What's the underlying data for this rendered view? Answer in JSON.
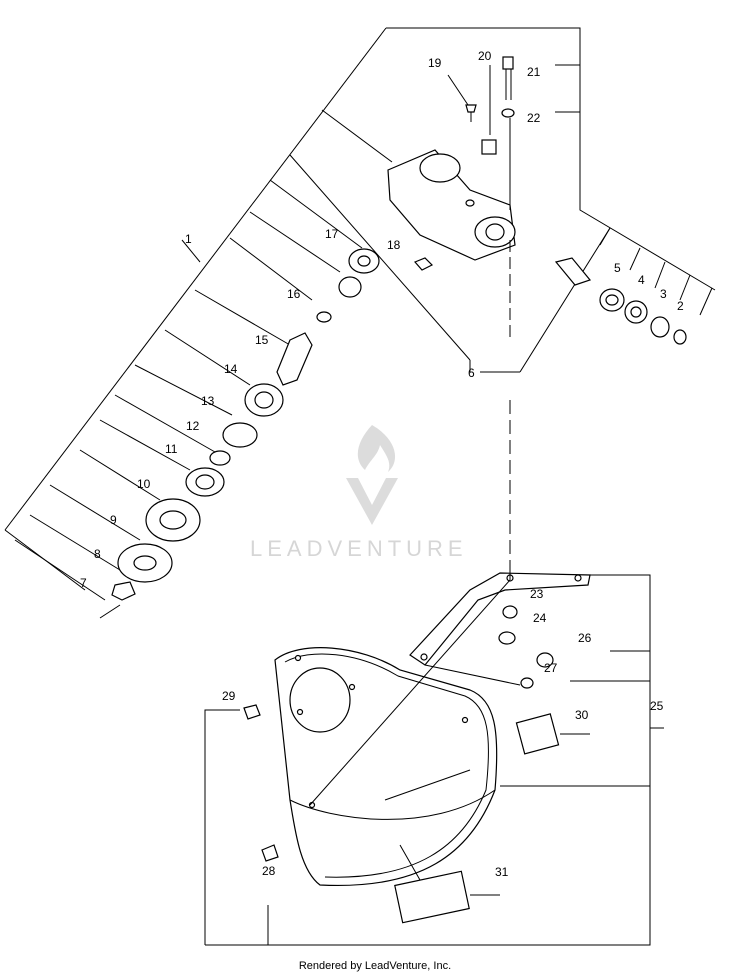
{
  "watermark": {
    "brand": "LEADVENTURE"
  },
  "footer": {
    "credit": "Rendered by LeadVenture, Inc."
  },
  "callouts": {
    "p1": "1",
    "p2": "2",
    "p3": "3",
    "p4": "4",
    "p5": "5",
    "p6": "6",
    "p7": "7",
    "p8": "8",
    "p9": "9",
    "p10": "10",
    "p11": "11",
    "p12": "12",
    "p13": "13",
    "p14": "14",
    "p15": "15",
    "p16": "16",
    "p17": "17",
    "p18": "18",
    "p19": "19",
    "p20": "20",
    "p21": "21",
    "p22": "22",
    "p23": "23",
    "p24": "24",
    "p25": "25",
    "p26": "26",
    "p27": "27",
    "p28": "28",
    "p29": "29",
    "p30": "30",
    "p31": "31"
  }
}
